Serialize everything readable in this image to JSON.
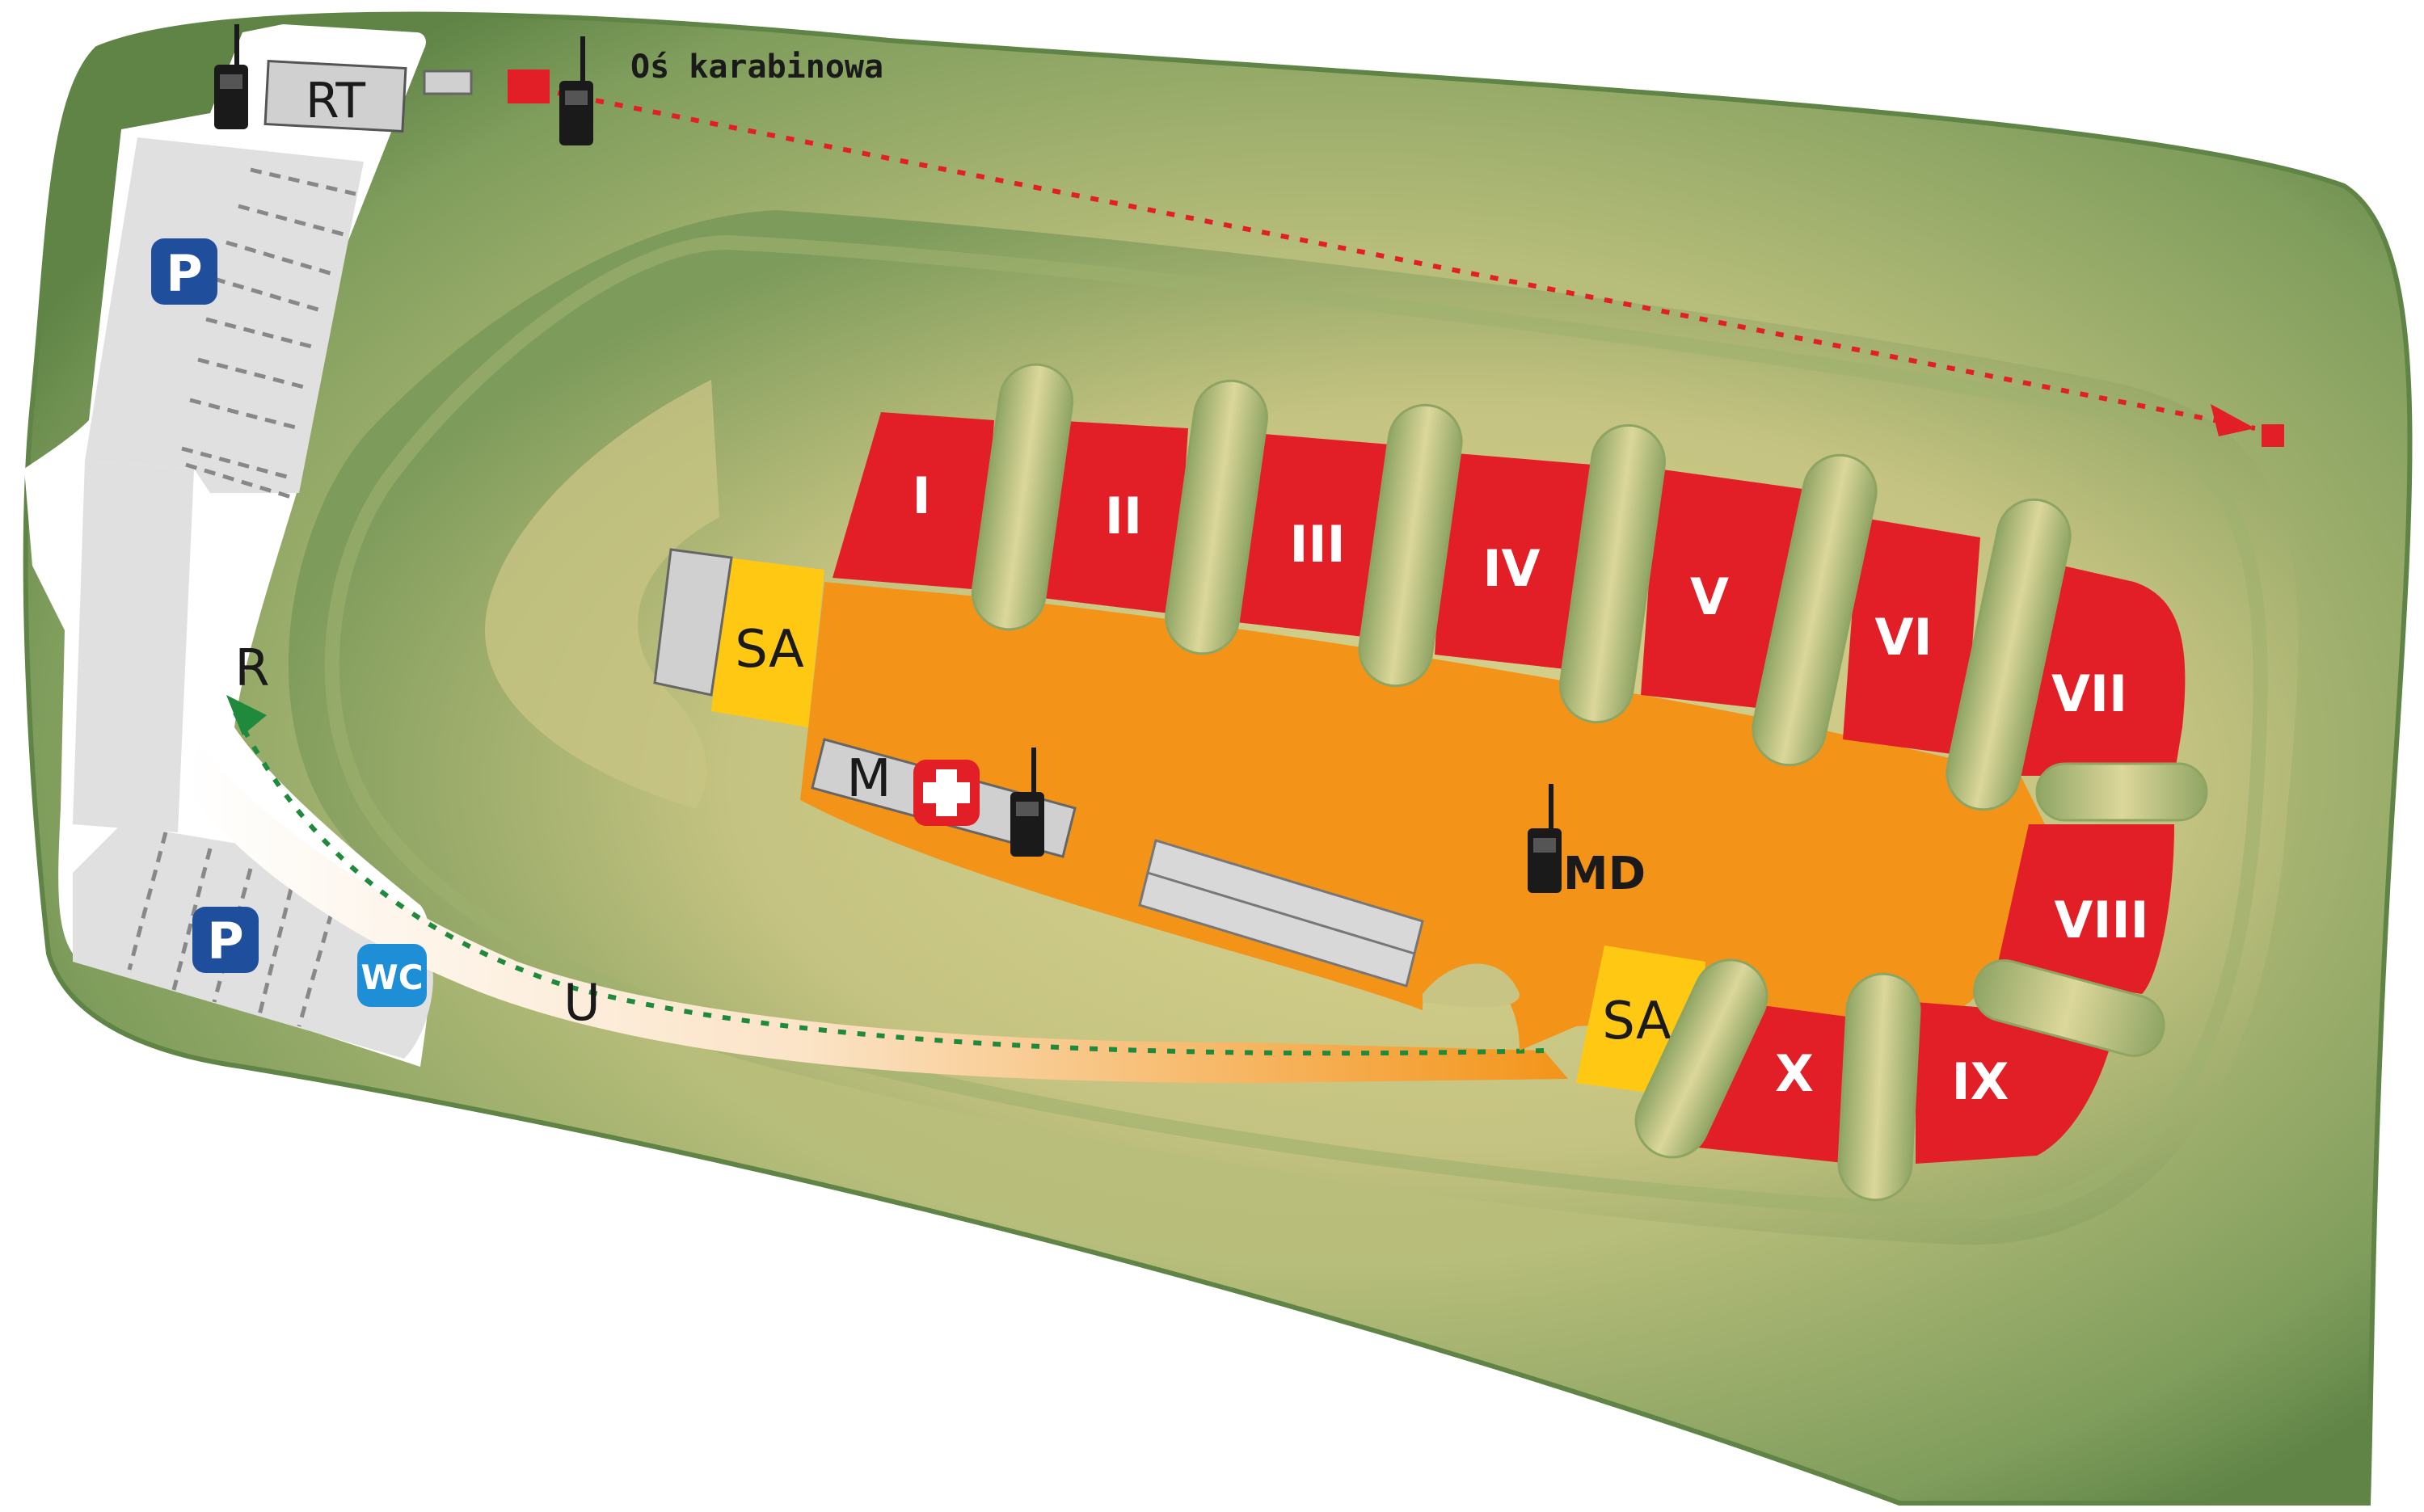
{
  "map": {
    "axis_label": "Oś karabinowa",
    "rt_label": "RT",
    "r_label": "R",
    "u_label": "U",
    "m_label": "M",
    "md_label": "MD",
    "sa_left_label": "SA",
    "sa_right_label": "SA",
    "parking_label": "P",
    "wc_label": "WC",
    "stands": [
      {
        "label": "I"
      },
      {
        "label": "II"
      },
      {
        "label": "III"
      },
      {
        "label": "IV"
      },
      {
        "label": "V"
      },
      {
        "label": "VI"
      },
      {
        "label": "VII"
      },
      {
        "label": "VIII"
      },
      {
        "label": "IX"
      },
      {
        "label": "X"
      }
    ],
    "icons": [
      "radio-icon",
      "first-aid-icon",
      "parking-icon",
      "wc-icon"
    ],
    "colors": {
      "stand_red": "#e21f26",
      "field_orange": "#f39419",
      "sa_yellow": "#ffc913",
      "terrain_green": "#6f8f4e",
      "terrain_light": "#c4c07e",
      "parking_blue": "#1f4f9c",
      "wc_blue": "#1e8fd6",
      "axis_dotted_red": "#e21f26",
      "route_dotted_green": "#1f8a3c"
    }
  }
}
